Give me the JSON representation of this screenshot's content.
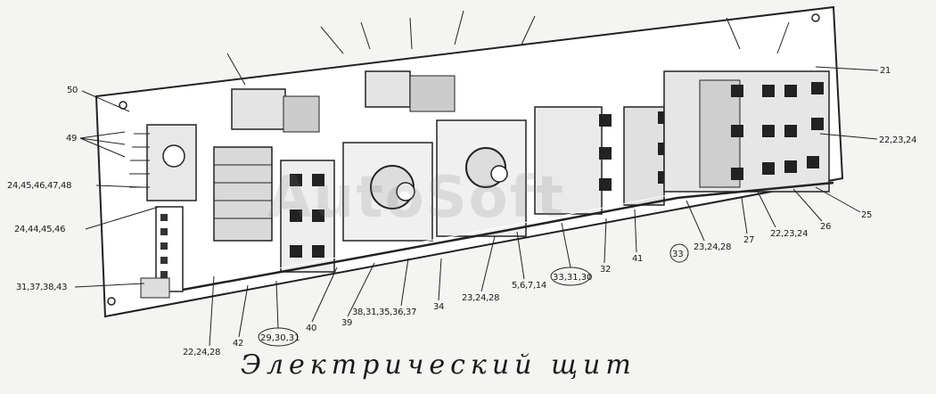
{
  "caption": "Электрический щит",
  "watermark": "AutoSoft",
  "callouts": [
    {
      "id": "c50",
      "text": "50"
    },
    {
      "id": "c49",
      "text": "49"
    },
    {
      "id": "c2445",
      "text": "24,45,46,47,48"
    },
    {
      "id": "c2444",
      "text": "24,44,45,46"
    },
    {
      "id": "c3137",
      "text": "31,37,38,43"
    },
    {
      "id": "c21",
      "text": "21"
    },
    {
      "id": "c222324a",
      "text": "22,23,24"
    },
    {
      "id": "c25",
      "text": "25"
    },
    {
      "id": "c26",
      "text": "26"
    },
    {
      "id": "c222324b",
      "text": "22,23,24"
    },
    {
      "id": "c27",
      "text": "27"
    },
    {
      "id": "c232428a",
      "text": "23,24,28"
    },
    {
      "id": "c33",
      "text": "33"
    },
    {
      "id": "c41",
      "text": "41"
    },
    {
      "id": "c32",
      "text": "32"
    },
    {
      "id": "c333130",
      "text": "33,31,30"
    },
    {
      "id": "c56714",
      "text": "5,6,7,14"
    },
    {
      "id": "c232428b",
      "text": "23,24,28"
    },
    {
      "id": "c34",
      "text": "34"
    },
    {
      "id": "c3831",
      "text": "38,31,35,36,37"
    },
    {
      "id": "c39",
      "text": "39"
    },
    {
      "id": "c40",
      "text": "40"
    },
    {
      "id": "c293031",
      "text": "29,30,31"
    },
    {
      "id": "c42",
      "text": "42"
    },
    {
      "id": "c222428",
      "text": "22,24,28"
    }
  ]
}
